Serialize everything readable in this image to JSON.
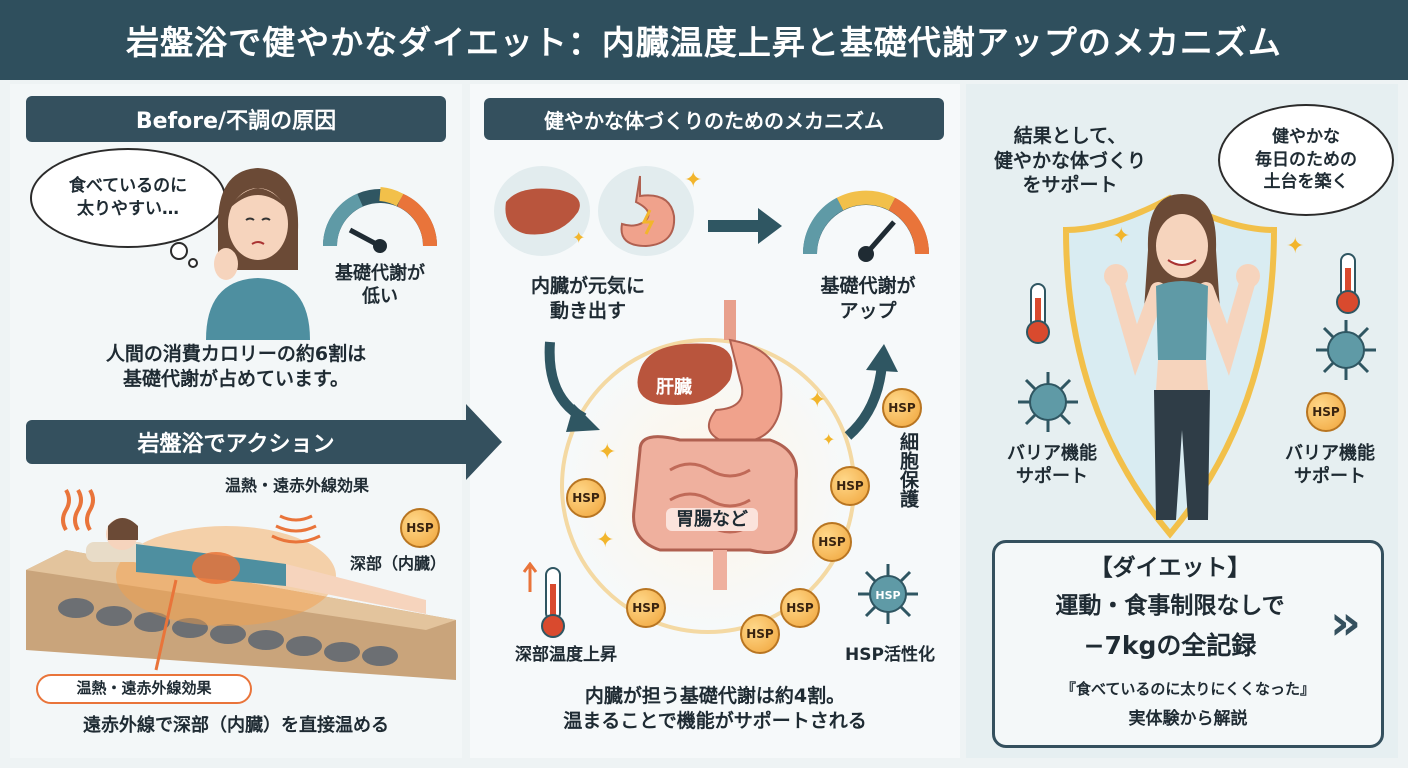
{
  "header": {
    "title": "岩盤浴で健やかなダイエット：内臓温度上昇と基礎代謝アップのメカニズム"
  },
  "left": {
    "before_title": "Before/不調の原因",
    "thought_bubble": "食べているのに\n太りやすい…",
    "gauge_label": "基礎代謝が\n低い",
    "calorie_text": "人間の消費カロリーの約6割は\n基礎代謝が占めています。",
    "action_title": "岩盤浴でアクション",
    "heat_label_top": "温熱・遠赤外線効果",
    "deep_label": "深部（内臓）",
    "hsp_small": "HSP",
    "heat_label_bottom": "温熱・遠赤外線効果",
    "bottom_text": "遠赤外線で深部（内臓）を直接温める"
  },
  "middle": {
    "title": "健やかな体づくりのためのメカニズム",
    "organs_label": "内臓が元気に\n動き出す",
    "metabolism_label": "基礎代謝が\nアップ",
    "liver_label": "肝臓",
    "intestine_label": "胃腸など",
    "hsp": "HSP",
    "cell_protect": "細胞保護",
    "temp_label": "深部温度上昇",
    "hsp_active": "HSP活性化",
    "bottom_text": "内臓が担う基礎代謝は約4割。\n温まることで機能がサポートされる"
  },
  "right": {
    "result_text": "結果として、\n健やかな体づくり\nをサポート",
    "bubble_text": "健やかな\n毎日のための\n土台を築く",
    "barrier_left": "バリア機能\nサポート",
    "barrier_right": "バリア機能\nサポート",
    "hsp": "HSP",
    "cta_title": "【ダイエット】",
    "cta_line1": "運動・食事制限なしで",
    "cta_line2": "−7kgの全記録",
    "cta_quote": "『食べているのに太りにくくなった』",
    "cta_sub": "実体験から解説",
    "cta_arrow": "»"
  },
  "colors": {
    "header": "#2f4f5d",
    "accent_orange": "#e9743a",
    "hsp_gold": "#f0a43a",
    "teal": "#34505e"
  }
}
